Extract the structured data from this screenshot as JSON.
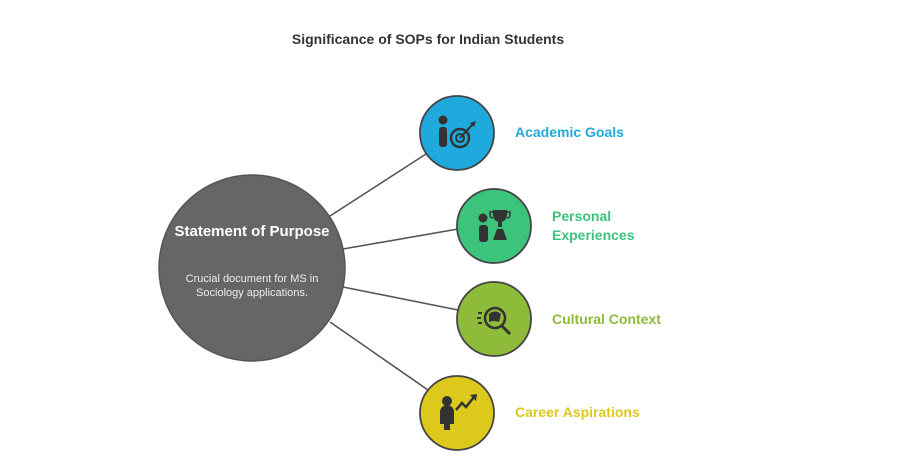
{
  "title": "Significance of SOPs for Indian Students",
  "center": {
    "title": "Statement of Purpose",
    "description": "Crucial document for MS in Sociology applications."
  },
  "nodes": [
    {
      "label": "Academic Goals",
      "icon": "person-target-icon",
      "color": "#1fa9dc"
    },
    {
      "label": "Personal Experiences",
      "icon": "person-trophy-icon",
      "color": "#3cc47c"
    },
    {
      "label": "Cultural Context",
      "icon": "cultural-search-icon",
      "color": "#8fbb3a"
    },
    {
      "label": "Career Aspirations",
      "icon": "person-growth-icon",
      "color": "#dcc91c"
    }
  ]
}
